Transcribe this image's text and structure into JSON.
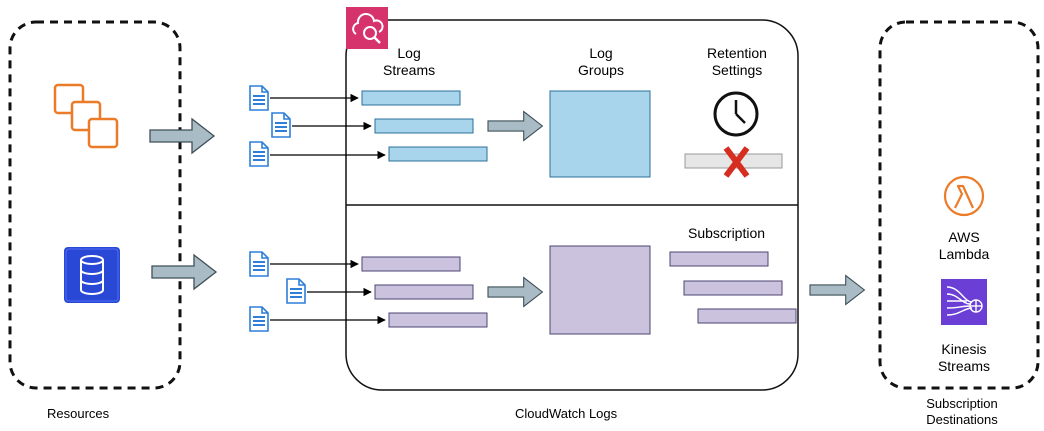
{
  "resources": {
    "label": "Resources"
  },
  "cloudwatch": {
    "label": "CloudWatch Logs",
    "log_streams_label": "Log\nStreams",
    "log_groups_label": "Log\nGroups",
    "retention_label": "Retention\nSettings",
    "subscription_label": "Subscription"
  },
  "destinations": {
    "label": "Subscription\nDestinations",
    "lambda_label": "AWS\nLambda",
    "kinesis_label": "Kinesis\nStreams"
  },
  "colors": {
    "stream_blue": "#a8d4ec",
    "stream_purple": "#cbc3dd",
    "arrow_fill": "#a9bcc6",
    "ec2_orange": "#ec7b29",
    "db_blue": "#2a48d6",
    "cw_pink": "#d6336c",
    "lambda_orange": "#ec7b29",
    "kinesis_purple": "#6b3fd6",
    "cross_red": "#d62d20"
  },
  "icons": {
    "resource_top": "ec2-instances-icon",
    "resource_bottom": "database-icon",
    "cloudwatch": "cloudwatch-icon",
    "retention": "clock-icon",
    "delete": "red-x-icon",
    "lambda": "lambda-icon",
    "kinesis": "kinesis-icon",
    "log_file": "document-icon"
  }
}
